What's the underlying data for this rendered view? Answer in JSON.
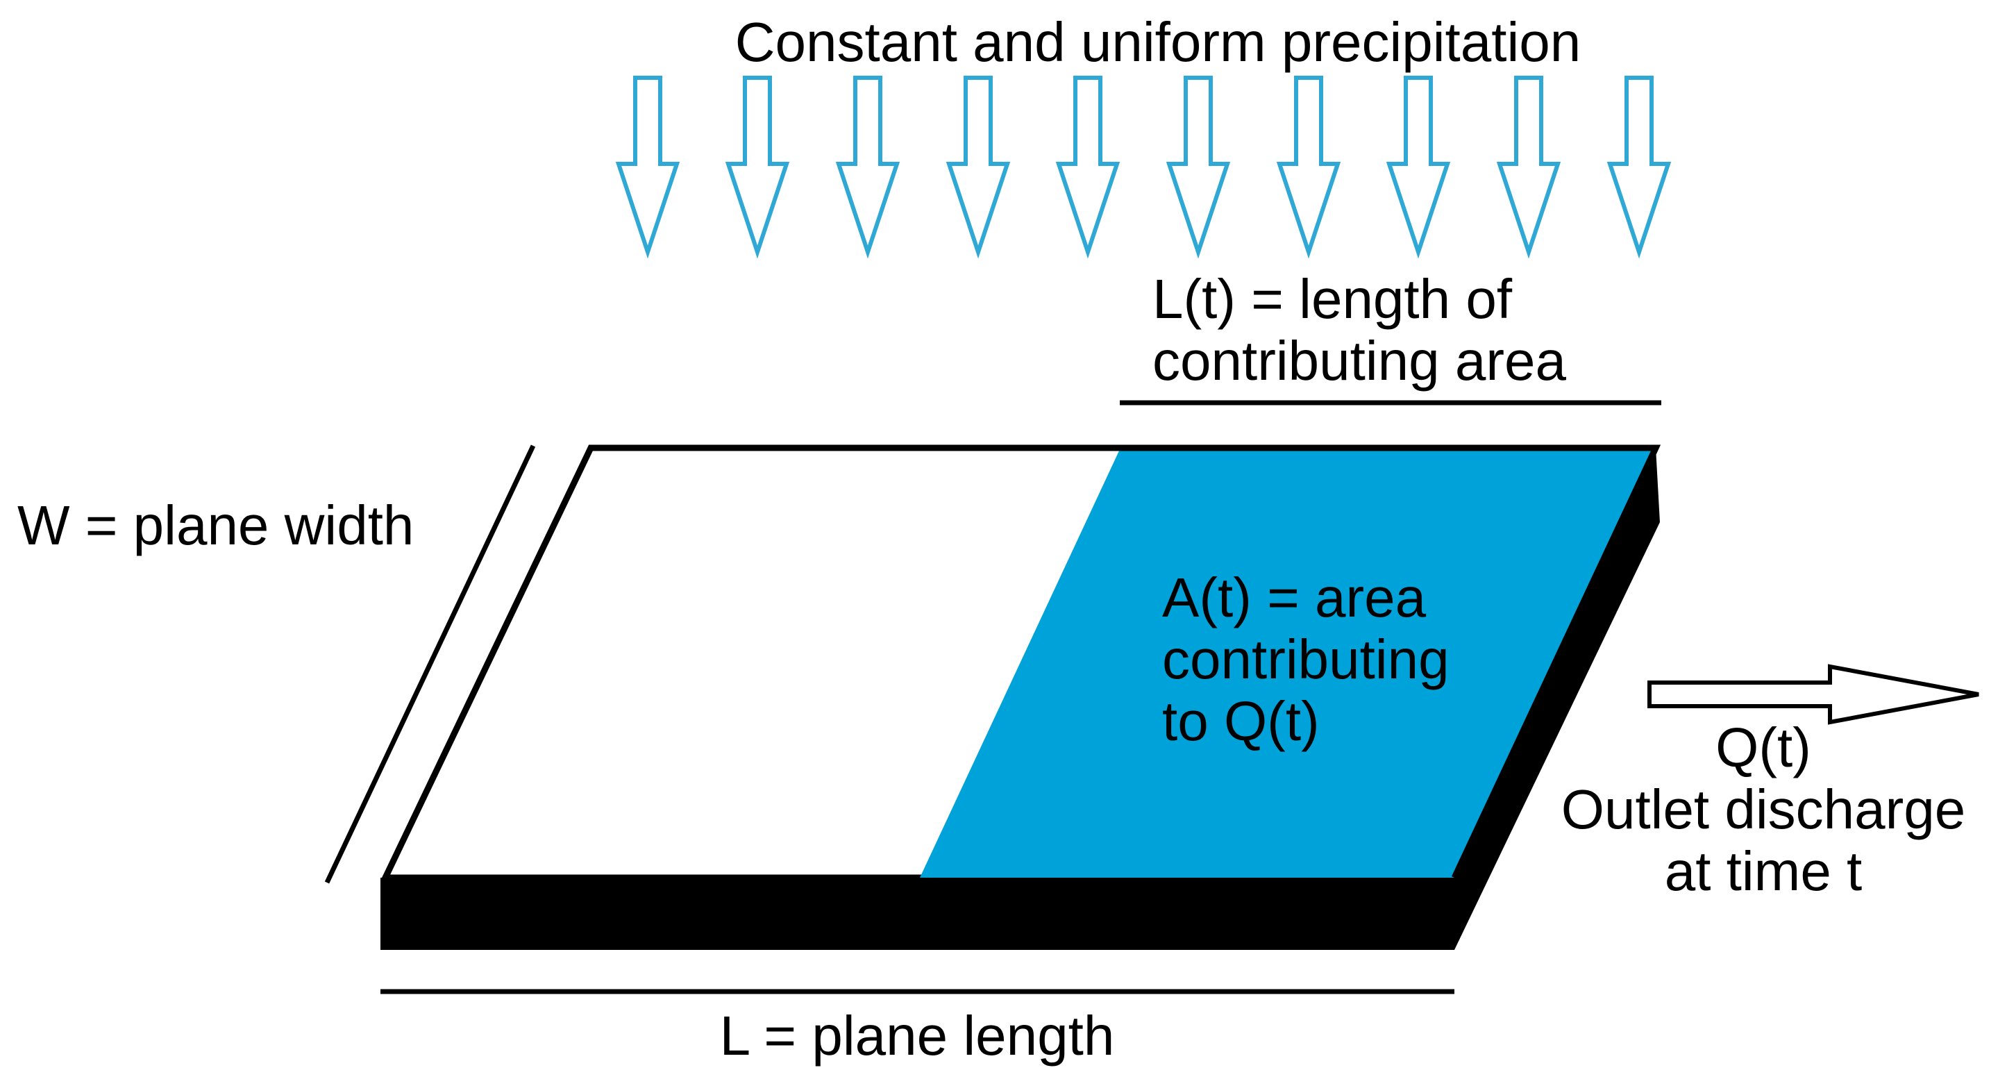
{
  "labels": {
    "precipitation": "Constant and uniform precipitation",
    "contributing_length_line1": "L(t) = length of",
    "contributing_length_line2": "contributing area",
    "plane_width": "W = plane width",
    "area_line1": "A(t) = area",
    "area_line2": "contributing",
    "area_line3": "to Q(t)",
    "discharge_line1": "Q(t)",
    "discharge_line2": "Outlet discharge",
    "discharge_line3": "at time t",
    "plane_length": "L = plane length"
  },
  "icons": {
    "rain_arrow": "rain-arrow-icon",
    "outlet_arrow": "outlet-arrow-icon"
  },
  "colors": {
    "contributing_area": "#00A3D9",
    "rain_arrow_stroke": "#2FA8D5",
    "plane_edge": "#000000",
    "background": "#ffffff"
  }
}
